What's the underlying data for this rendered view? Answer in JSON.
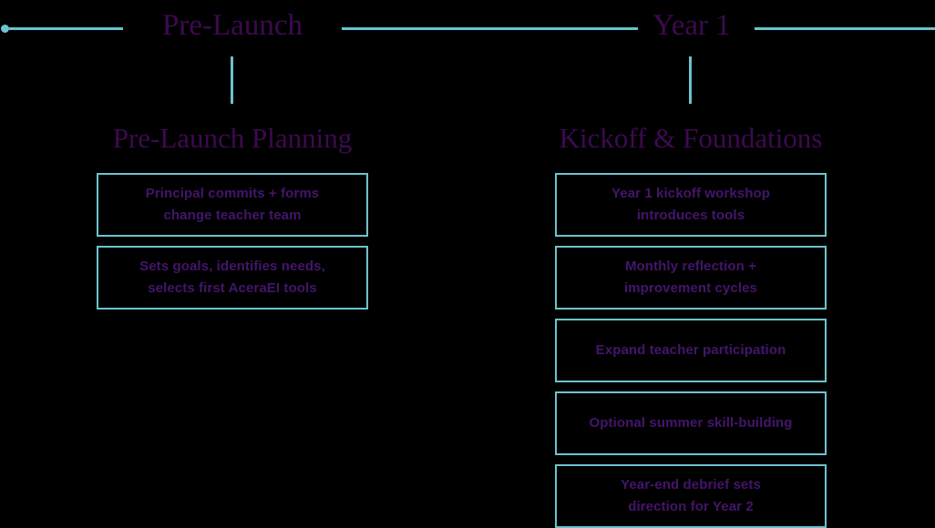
{
  "theme": {
    "background": "#000000",
    "accent_teal": "#6cc3cd",
    "heading_purple": "#3d0a50",
    "card_text_purple": "#44156b"
  },
  "timeline": {
    "eras": [
      {
        "label": "Pre-Launch"
      },
      {
        "label": "Year 1"
      }
    ],
    "columns": [
      {
        "title": "Pre-Launch Planning",
        "cards": [
          {
            "text": "Principal commits + forms\nchange teacher team"
          },
          {
            "text": "Sets goals, identifies needs,\nselects first AceraEI tools"
          }
        ]
      },
      {
        "title": "Kickoff & Foundations",
        "cards": [
          {
            "text": "Year 1 kickoff workshop\nintroduces tools"
          },
          {
            "text": "Monthly reflection +\nimprovement cycles"
          },
          {
            "text": "Expand teacher participation"
          },
          {
            "text": "Optional summer skill-building"
          },
          {
            "text": "Year-end debrief sets\ndirection for Year 2"
          }
        ]
      }
    ]
  }
}
